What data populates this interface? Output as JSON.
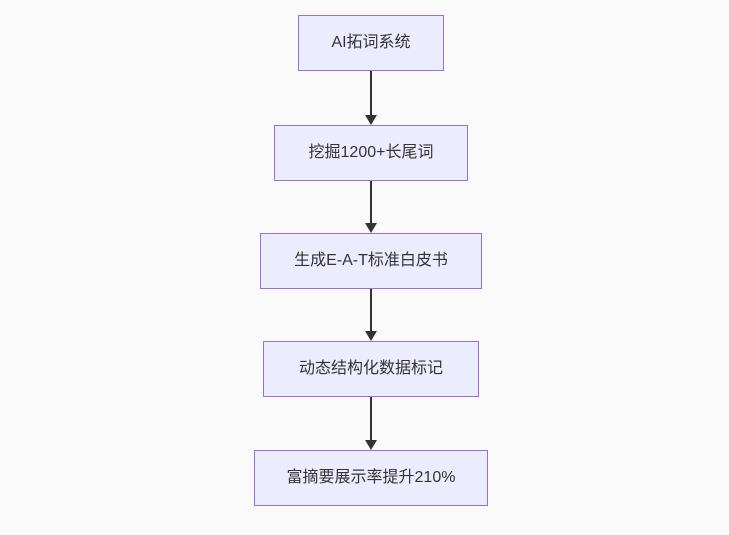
{
  "page": {
    "background_color": "#fafafa"
  },
  "flowchart": {
    "type": "flowchart-top-down",
    "node_fill_color": "#ececff",
    "node_border_color": "#9370db",
    "text_color": "#333333",
    "arrow_color": "#333333",
    "nodes": [
      {
        "id": "n1",
        "label": "AI拓词系统"
      },
      {
        "id": "n2",
        "label": "挖掘1200+长尾词"
      },
      {
        "id": "n3",
        "label": "生成E-A-T标准白皮书"
      },
      {
        "id": "n4",
        "label": "动态结构化数据标记"
      },
      {
        "id": "n5",
        "label": "富摘要展示率提升210%"
      }
    ],
    "edges": [
      {
        "from": "n1",
        "to": "n2"
      },
      {
        "from": "n2",
        "to": "n3"
      },
      {
        "from": "n3",
        "to": "n4"
      },
      {
        "from": "n4",
        "to": "n5"
      }
    ]
  }
}
